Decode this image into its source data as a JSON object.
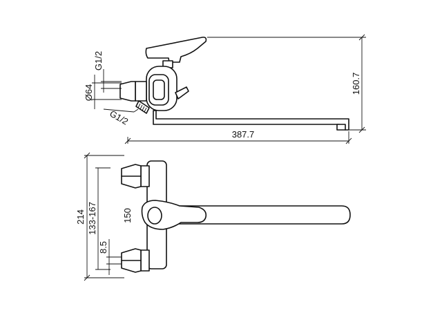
{
  "dimensions": {
    "side_height": "160.7",
    "thread_top": "G1/2",
    "diameter": "Ø64",
    "thread_lower": "G1/2",
    "spout_length": "387.7",
    "total_height": "214",
    "center_range": "133-167",
    "center_distance": "150",
    "offset": "8.5"
  }
}
